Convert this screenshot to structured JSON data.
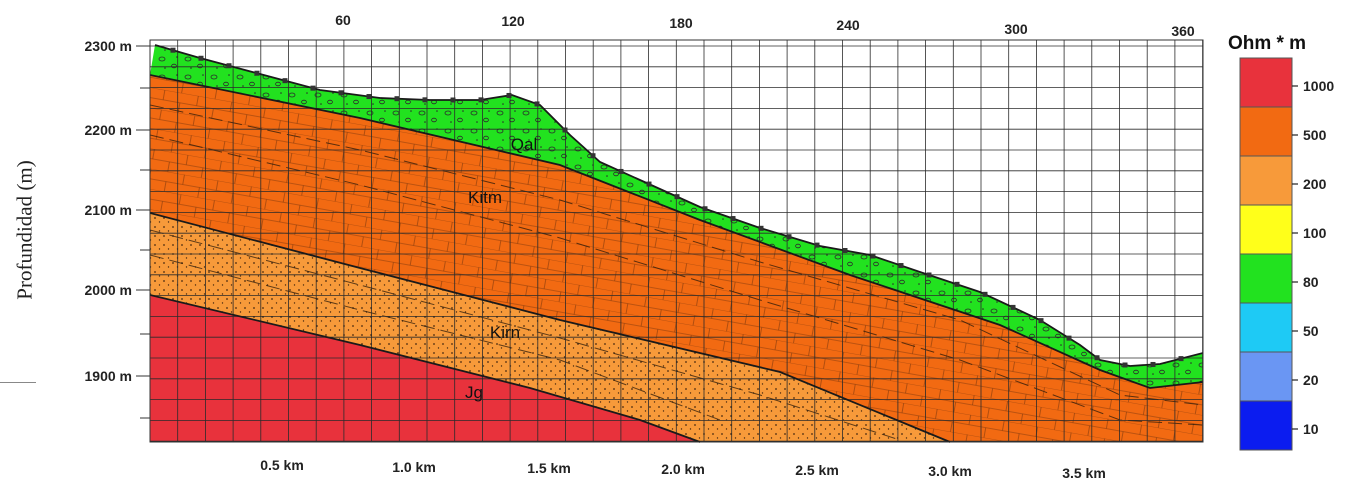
{
  "axis_label": "Profundidad (m)",
  "depth_ticks": [
    "2300 m",
    "2200 m",
    "2100 m",
    "2000 m",
    "1900 m"
  ],
  "station_ticks": [
    "60",
    "120",
    "180",
    "240",
    "300",
    "360"
  ],
  "distance_ticks": [
    "0.5 km",
    "1.0 km",
    "1.5 km",
    "2.0 km",
    "2.5 km",
    "3.0 km",
    "3.5 km"
  ],
  "units": [
    "Ohm * m"
  ],
  "formations": {
    "qal": "Qal",
    "kitm": "Kitm",
    "kirn": "Kirn",
    "jg": "Jg"
  },
  "legend": [
    {
      "label": "1000",
      "color": "#e8323c"
    },
    {
      "label": "500",
      "color": "#f26a12"
    },
    {
      "label": "200",
      "color": "#f79a3a"
    },
    {
      "label": "100",
      "color": "#ffff1a"
    },
    {
      "label": "80",
      "color": "#22e21f"
    },
    {
      "label": "50",
      "color": "#1ecaf5"
    },
    {
      "label": "20",
      "color": "#6a96f3"
    },
    {
      "label": "10",
      "color": "#0b1cf0"
    }
  ]
}
